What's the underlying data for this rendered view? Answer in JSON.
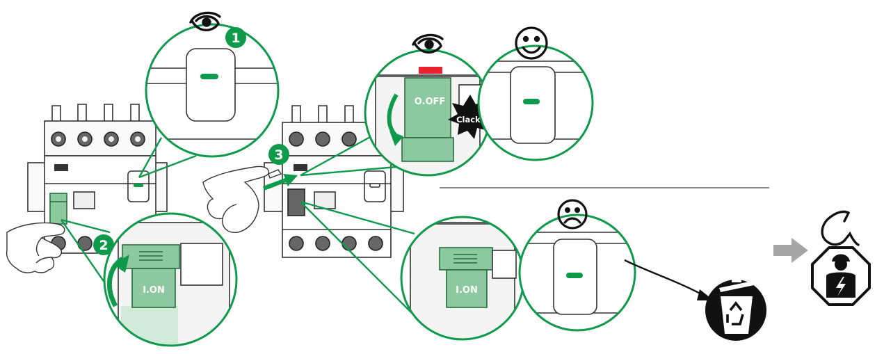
{
  "steps": {
    "step1": "1",
    "step2": "2",
    "step3": "3"
  },
  "labels": {
    "on_left": "I.ON",
    "off": "O.OFF",
    "clack": "Clack!",
    "on_right": "I.ON"
  },
  "icons": {
    "eye": "eye-icon",
    "happy": "smiley-happy-icon",
    "sad": "smiley-sad-icon",
    "recycle": "recycle-bin-icon",
    "phone": "phone-icon",
    "electrician": "electrician-icon",
    "arrow": "right-arrow-icon"
  },
  "colors": {
    "green": "#0e9a4a",
    "handle": "#8cc8a0",
    "indicator": "#0e9a4a",
    "red_flag": "#e8222e",
    "line": "#333333",
    "black": "#111111"
  }
}
